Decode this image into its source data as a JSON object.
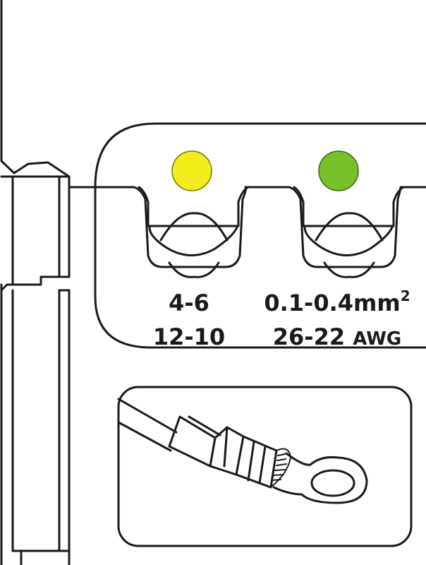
{
  "dies": [
    {
      "indicator_color": "#f2ec1a",
      "size_primary": "4-6",
      "size_secondary": "12-10"
    },
    {
      "indicator_color": "#78c02a",
      "size_primary": "0.1-0.4mm",
      "size_primary_superscript": "2",
      "size_secondary": "26-22",
      "size_secondary_unit": "AWG"
    }
  ],
  "colors": {
    "outline": "#1a1a1a",
    "background": "#ffffff"
  },
  "illustration": "ring-terminal-crimped-on-cable"
}
